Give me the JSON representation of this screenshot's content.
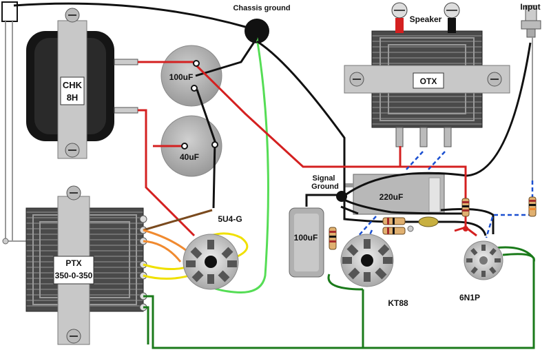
{
  "labels": {
    "chassis_ground": "Chassis ground",
    "speaker": "Speaker",
    "input": "Input",
    "otx": "OTX",
    "chk_name": "CHK",
    "chk_value": "8H",
    "cap_100uf_top": "100uF",
    "cap_40uf": "40uF",
    "signal_ground_line1": "Signal",
    "signal_ground_line2": "Ground",
    "cap_220uf": "220uF",
    "cap_100uf_left": "100uF",
    "rectifier_tube": "5U4-G",
    "ptx_name": "PTX",
    "ptx_value": "350-0-350",
    "power_tube": "KT88",
    "preamp_tube": "6N1P"
  },
  "colors": {
    "red_wire": "#d42020",
    "black_wire": "#111111",
    "green_wire": "#1a7a1a",
    "light_green_wire": "#55dd55",
    "yellow_wire": "#f0e000",
    "orange_wire": "#f08a30",
    "brown_wire": "#7a4a1e",
    "blue_wire": "#1a4fd0",
    "cap_gray": "#b4b4b4",
    "transformer_dark": "#3a3a3a"
  }
}
